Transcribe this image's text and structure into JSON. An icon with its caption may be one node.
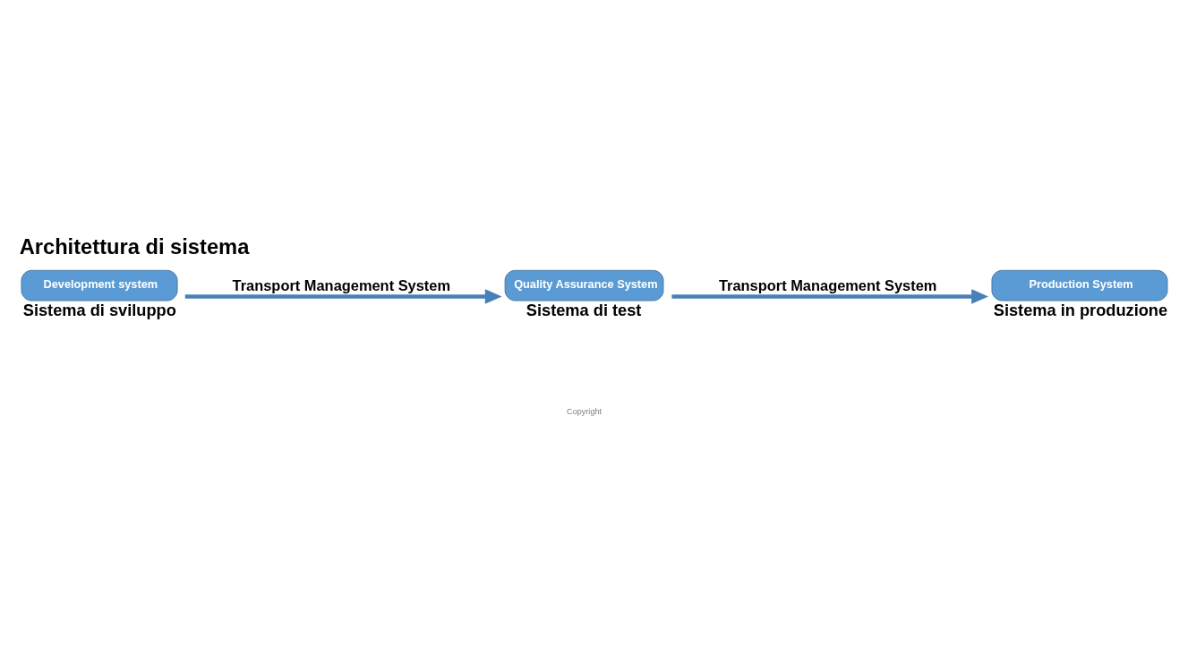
{
  "diagram": {
    "title": "Architettura di sistema",
    "nodes": [
      {
        "text": [
          "Development system"
        ],
        "beside": [
          "Sistema di sviluppo"
        ]
      },
      {
        "text": [
          "Quality Assurance System"
        ],
        "beside": [
          "Sistema di test"
        ]
      },
      {
        "text": [
          "Production System"
        ],
        "beside": [
          "Sistema in produzione"
        ]
      }
    ],
    "edges": [
      {
        "from": 0,
        "to": 1,
        "arrow": "to",
        "label": "Transport Management System"
      },
      {
        "from": 1,
        "to": 2,
        "arrow": "to",
        "label": "Transport Management System"
      }
    ],
    "labels": [
      "Copyright"
    ]
  }
}
